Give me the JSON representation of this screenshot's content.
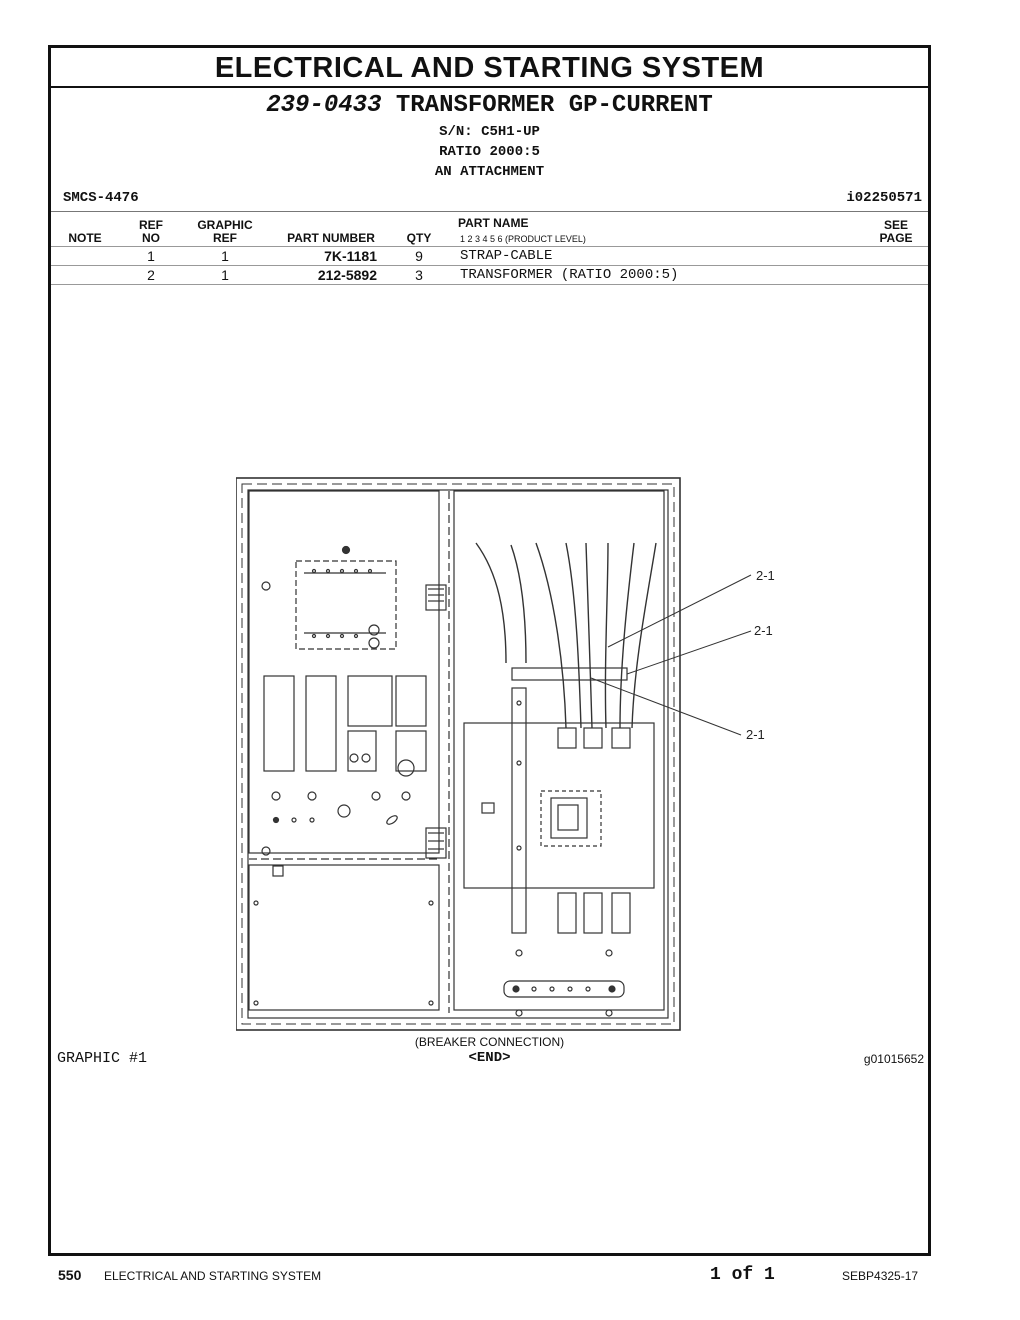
{
  "section_title": "ELECTRICAL AND STARTING SYSTEM",
  "group": {
    "number": "239-0433",
    "name": "TRANSFORMER GP-CURRENT",
    "serial": "S/N: C5H1-UP",
    "ratio": "RATIO 2000:5",
    "type": "AN ATTACHMENT"
  },
  "smcs": "SMCS-4476",
  "illustration_id": "i02250571",
  "columns": {
    "note": "NOTE",
    "ref_no_top": "REF",
    "ref_no_bottom": "NO",
    "graphic_top": "GRAPHIC",
    "graphic_bottom": "REF",
    "part_number": "PART NUMBER",
    "qty": "QTY",
    "part_name": "PART NAME",
    "levels": "1   2   3   4   5   6   (PRODUCT LEVEL)",
    "see_top": "SEE",
    "see_bottom": "PAGE"
  },
  "parts": [
    {
      "ref_no": "1",
      "graphic_ref": "1",
      "part_number": "7K-1181",
      "qty": "9",
      "name": "STRAP-CABLE"
    },
    {
      "ref_no": "2",
      "graphic_ref": "1",
      "part_number": "212-5892",
      "qty": "3",
      "name": "TRANSFORMER (RATIO 2000:5)"
    }
  ],
  "callouts": [
    "2-1",
    "2-1",
    "2-1"
  ],
  "graphic_caption": "(BREAKER CONNECTION)",
  "graphic_label": "GRAPHIC #1",
  "end_mark": "<END>",
  "graphic_id": "g01015652",
  "footer": {
    "page_number": "550",
    "section": "ELECTRICAL AND STARTING SYSTEM",
    "pages": "1 of 1",
    "document": "SEBP4325-17"
  }
}
